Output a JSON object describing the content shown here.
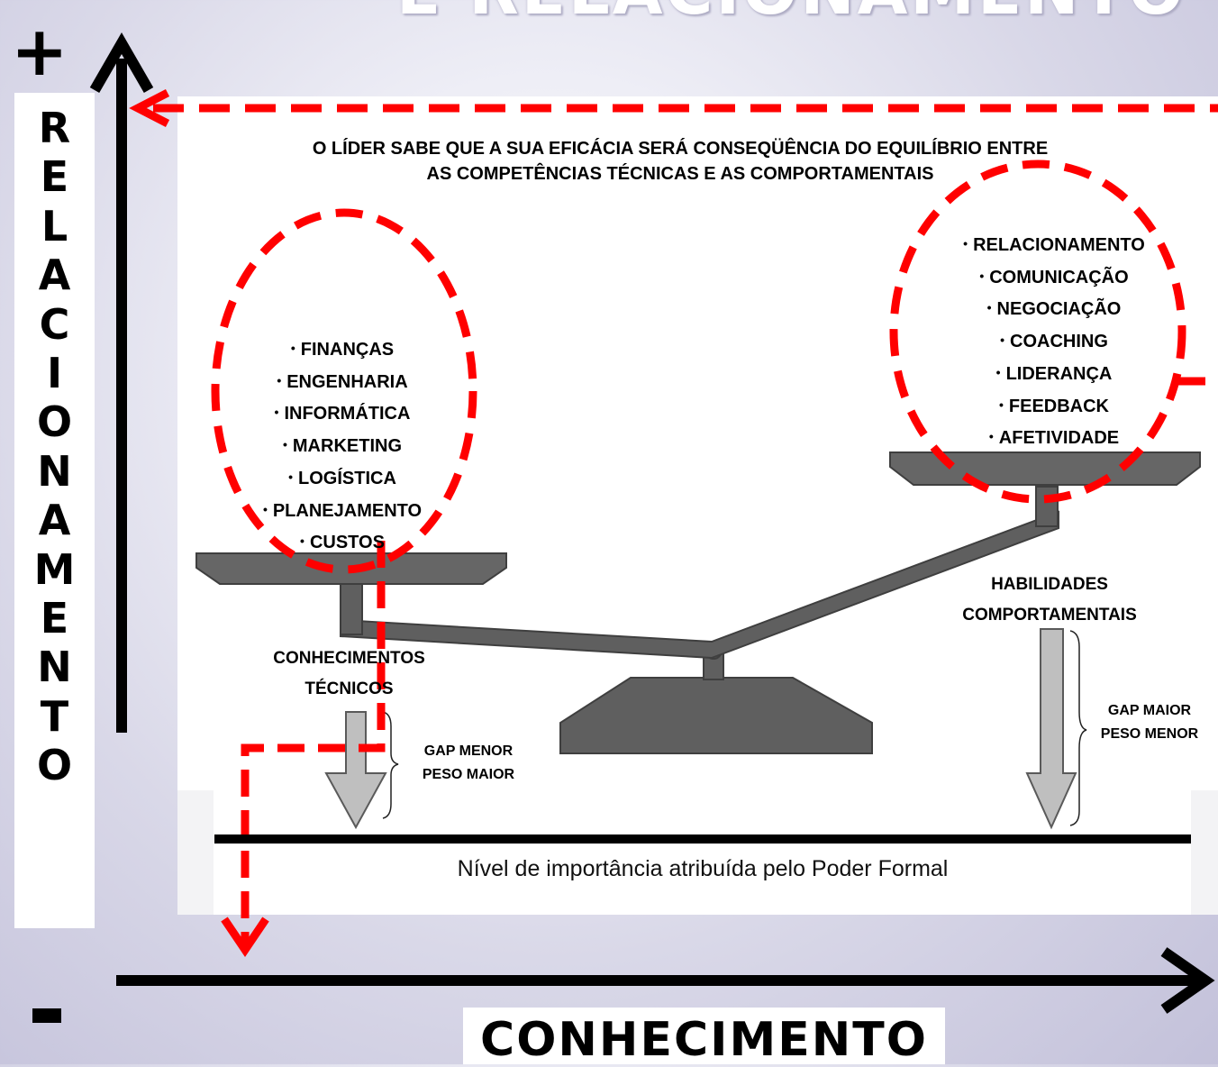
{
  "title_partial": "E RELACIONAMENTO",
  "axis": {
    "plus": "+",
    "minus": "-",
    "y_label_letters": [
      "R",
      "E",
      "L",
      "A",
      "C",
      "I",
      "O",
      "N",
      "A",
      "M",
      "E",
      "N",
      "T",
      "O"
    ],
    "x_label": "CONHECIMENTO"
  },
  "headline": {
    "line1": "O LÍDER SABE QUE A SUA EFICÁCIA SERÁ CONSEQÜÊNCIA DO EQUILÍBRIO ENTRE",
    "line2": "AS COMPETÊNCIAS TÉCNICAS E AS COMPORTAMENTAIS"
  },
  "left_pan": {
    "items": [
      "FINANÇAS",
      "ENGENHARIA",
      "INFORMÁTICA",
      "MARKETING",
      "LOGÍSTICA",
      "PLANEJAMENTO",
      "CUSTOS"
    ],
    "caption_line1": "CONHECIMENTOS",
    "caption_line2": "TÉCNICOS",
    "gap_line1": "GAP MENOR",
    "gap_line2": "PESO MAIOR"
  },
  "right_pan": {
    "items": [
      "RELACIONAMENTO",
      "COMUNICAÇÃO",
      "NEGOCIAÇÃO",
      "COACHING",
      "LIDERANÇA",
      "FEEDBACK",
      "AFETIVIDADE"
    ],
    "caption_line1": "HABILIDADES",
    "caption_line2": "COMPORTAMENTAIS",
    "gap_line1": "GAP MAIOR",
    "gap_line2": "PESO MENOR"
  },
  "bottom_label": "Nível de importância atribuída pelo Poder Formal",
  "colors": {
    "dashed": "#ff0000",
    "scale": "#5f5f5f",
    "scale_dark": "#3f3f3f",
    "arrow_fill": "#bfbfbf",
    "axis": "#000000"
  }
}
